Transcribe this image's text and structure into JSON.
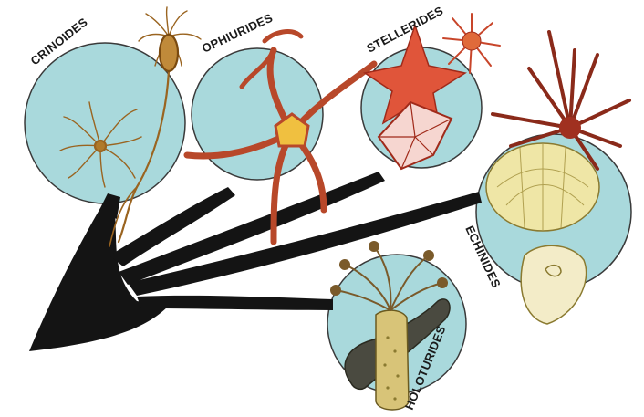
{
  "groups": [
    {
      "key": "crinoides",
      "label": "CRINOIDES"
    },
    {
      "key": "ophiurides",
      "label": "OPHIURIDES"
    },
    {
      "key": "stellerides",
      "label": "STELLERIDES"
    },
    {
      "key": "echinides",
      "label": "ECHINIDES"
    },
    {
      "key": "holoturides",
      "label": "HOLOTURIDES"
    }
  ],
  "colors": {
    "circle_fill": "#a9d9dc",
    "circle_stroke": "#3a3a3a",
    "tree": "#141414",
    "crinoid": "#b07a2a",
    "brittle_star": "#c0502a",
    "starfish": "#e0553a",
    "urchin_spines": "#8a2a1a",
    "urchin_test": "#efe6a6",
    "sea_cucumber": "#a08a5a"
  }
}
